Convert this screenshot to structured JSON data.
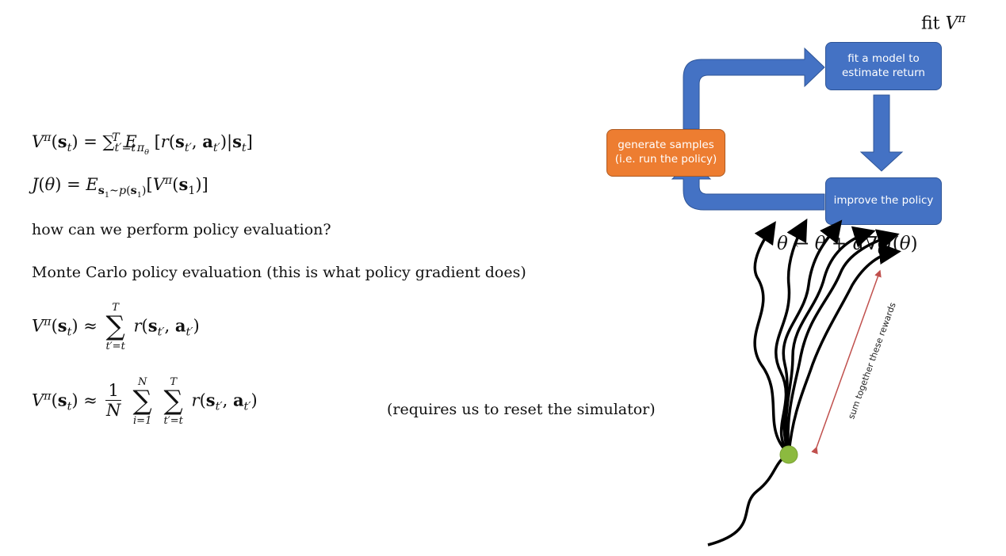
{
  "equations": {
    "value_def": "V^π(s_t) = ∑_{t'=t}^{T} E_{π_θ}[r(s_{t'}, a_{t'})|s_t]",
    "objective": "J(θ) = E_{s_1∼p(s_1)}[V^π(s_1)]",
    "mc_single": "V^π(s_t) ≈ ∑_{t'=t}^{T} r(s_{t'}, a_{t'})",
    "mc_multi": "V^π(s_t) ≈ (1/N) ∑_{i=1}^{N} ∑_{t'=t}^{T} r(s_{t'}, a_{t'})"
  },
  "text": {
    "question": "how can we perform policy evaluation?",
    "mc_heading": "Monte Carlo policy evaluation (this is what policy gradient does)",
    "reset_note": "(requires us to reset the simulator)"
  },
  "diagram": {
    "top_label": "fit V^π",
    "fit_box": "fit a model to estimate return",
    "generate_box": "generate samples (i.e. run the policy)",
    "improve_box": "improve the policy",
    "update_rule": "θ ← θ + α∇_θ J(θ)"
  },
  "trajectory": {
    "annotation": "sum together these rewards"
  },
  "colors": {
    "blue_box": "#4472c4",
    "orange_box": "#ed7d31",
    "arrow_blue": "#4472c4",
    "start_dot": "#8cba3f",
    "annotation_line": "#c0504d"
  }
}
